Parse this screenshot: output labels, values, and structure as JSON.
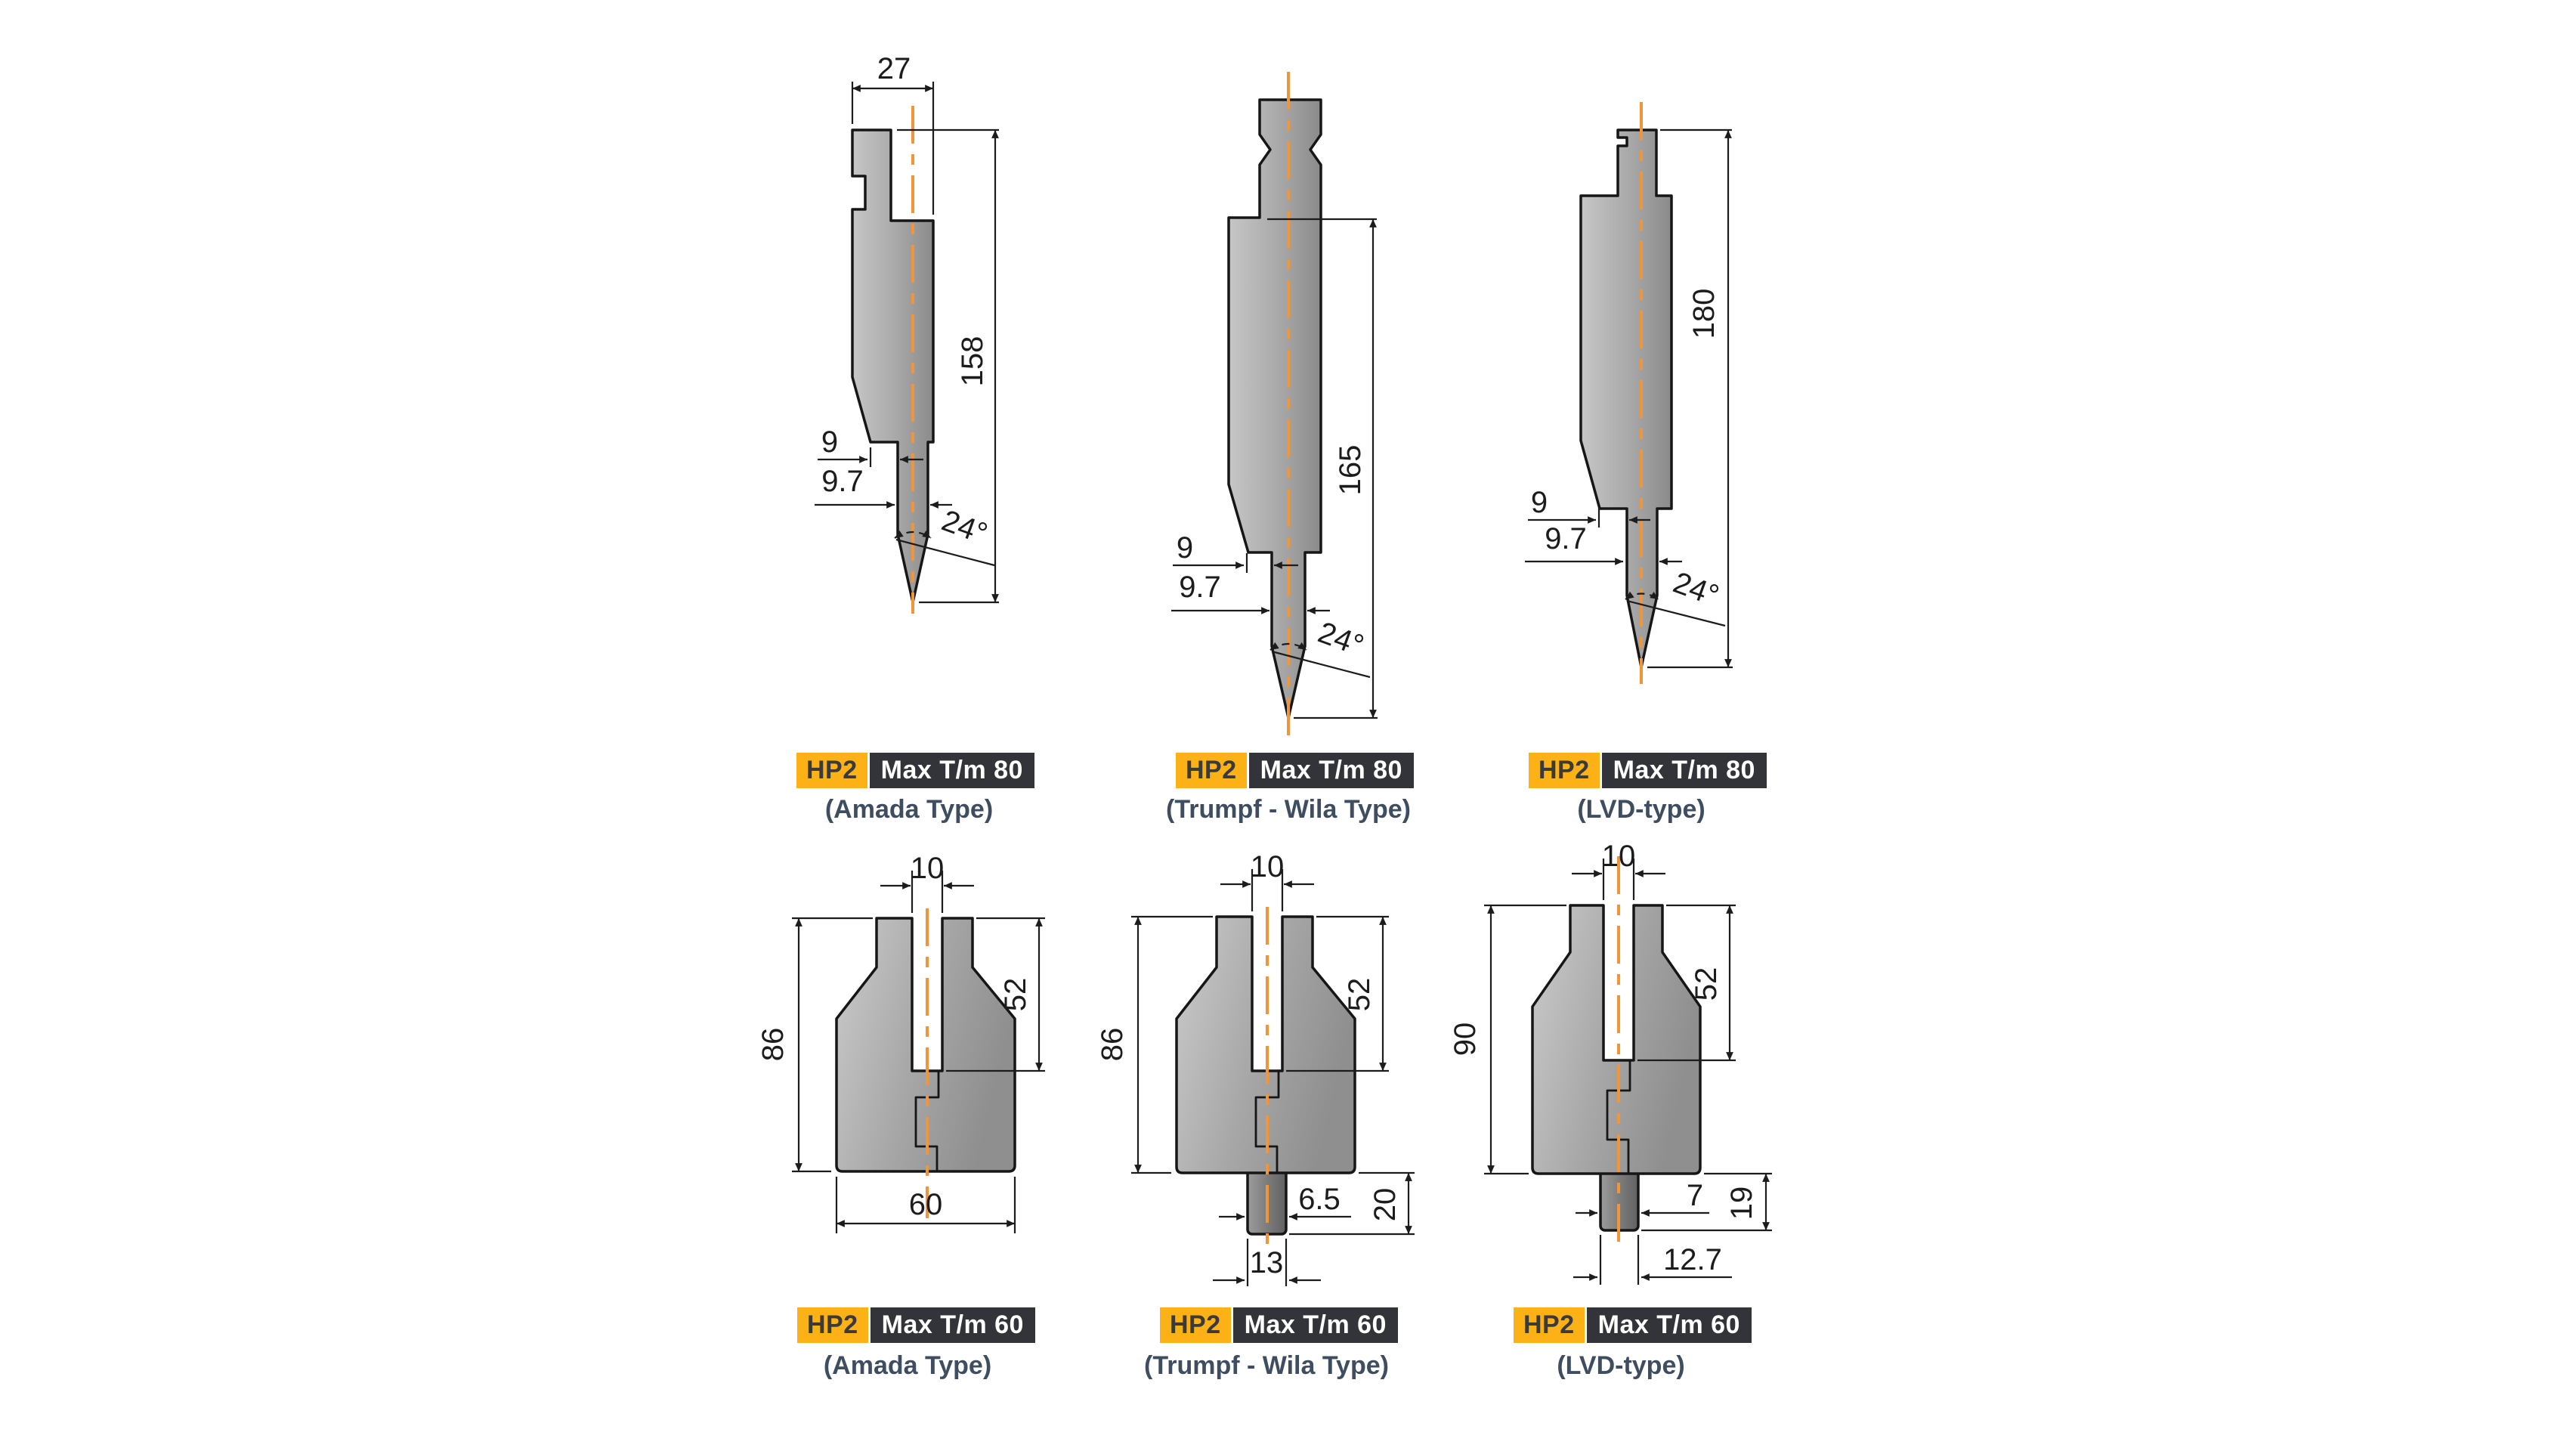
{
  "colors": {
    "badge_yellow": "#fcb216",
    "badge_dark": "#323439",
    "type_label_blue": "#3e4e60",
    "centerline_orange": "#f0953a",
    "drawing_line": "#1c1c1c"
  },
  "punches": {
    "amada": {
      "top_width": "27",
      "height": "158",
      "web": "9",
      "tip_width": "9.7",
      "tip_angle": "24°",
      "badge": {
        "code": "HP2",
        "rating": "Max T/m 80"
      },
      "type": "(Amada Type)"
    },
    "trumpf": {
      "height": "165",
      "web": "9",
      "tip_width": "9.7",
      "tip_angle": "24°",
      "badge": {
        "code": "HP2",
        "rating": "Max T/m 80"
      },
      "type": "(Trumpf - Wila Type)"
    },
    "lvd": {
      "height": "180",
      "web": "9",
      "tip_width": "9.7",
      "tip_angle": "24°",
      "badge": {
        "code": "HP2",
        "rating": "Max T/m 80"
      },
      "type": "(LVD-type)"
    }
  },
  "dies": {
    "amada": {
      "vee": "10",
      "height": "86",
      "depth": "52",
      "width": "60",
      "badge": {
        "code": "HP2",
        "rating": "Max T/m 60"
      },
      "type": "(Amada Type)"
    },
    "trumpf": {
      "vee": "10",
      "height": "86",
      "depth": "52",
      "tang_width": "6.5",
      "tang_height": "20",
      "tang_base": "13",
      "badge": {
        "code": "HP2",
        "rating": "Max T/m 60"
      },
      "type": "(Trumpf - Wila Type)"
    },
    "lvd": {
      "vee": "10",
      "height": "90",
      "depth": "52",
      "tang_width": "7",
      "tang_height": "19",
      "tang_base": "12.7",
      "badge": {
        "code": "HP2",
        "rating": "Max T/m 60"
      },
      "type": "(LVD-type)"
    }
  }
}
